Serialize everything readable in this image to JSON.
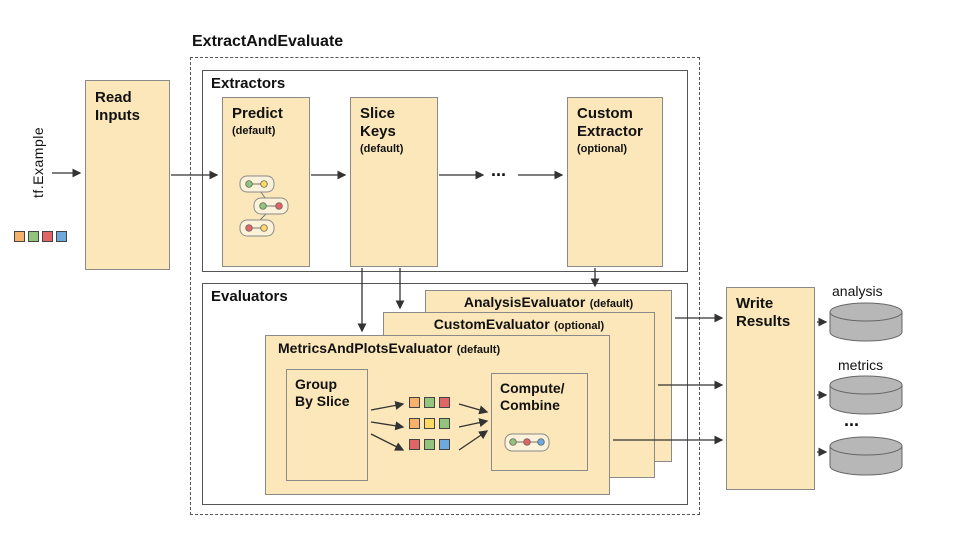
{
  "diagram": {
    "title": "ExtractAndEvaluate",
    "input": {
      "label": "tf.Example",
      "legend_colors": [
        "orange",
        "green",
        "red",
        "blue"
      ]
    },
    "read_inputs": {
      "lines": [
        "Read",
        "Inputs"
      ]
    },
    "extractors": {
      "label": "Extractors",
      "ellipsis": "...",
      "items": [
        {
          "lines": [
            "Predict",
            ""
          ],
          "qualifier": "(default)"
        },
        {
          "lines": [
            "Slice",
            "Keys"
          ],
          "qualifier": "(default)"
        },
        {
          "lines": [
            "Custom",
            "Extractor"
          ],
          "qualifier": "(optional)"
        }
      ]
    },
    "evaluators": {
      "label": "Evaluators",
      "layers": [
        {
          "name": "AnalysisEvaluator",
          "qualifier": "(default)"
        },
        {
          "name": "CustomEvaluator",
          "qualifier": "(optional)"
        },
        {
          "name": "MetricsAndPlotsEvaluator",
          "qualifier": "(default)"
        }
      ],
      "group_by_slice": {
        "lines": [
          "Group",
          "By Slice"
        ]
      },
      "compute_combine": {
        "lines": [
          "Compute/",
          "Combine"
        ]
      },
      "slice_rows": [
        [
          "orange",
          "green",
          "red"
        ],
        [
          "orange",
          "yellow",
          "green"
        ],
        [
          "red",
          "green",
          "blue"
        ]
      ]
    },
    "write_results": {
      "lines": [
        "Write",
        "Results"
      ]
    },
    "outputs": [
      {
        "label": "analysis"
      },
      {
        "label": "metrics"
      },
      {
        "label": "..."
      }
    ],
    "colors": {
      "box_fill": "#FBE7B9",
      "cylinder_fill": "#B7B7B7",
      "orange": "#F6B26B",
      "yellow": "#FFD966",
      "green": "#93C47D",
      "red": "#E06666",
      "blue": "#6FA8DC"
    }
  }
}
